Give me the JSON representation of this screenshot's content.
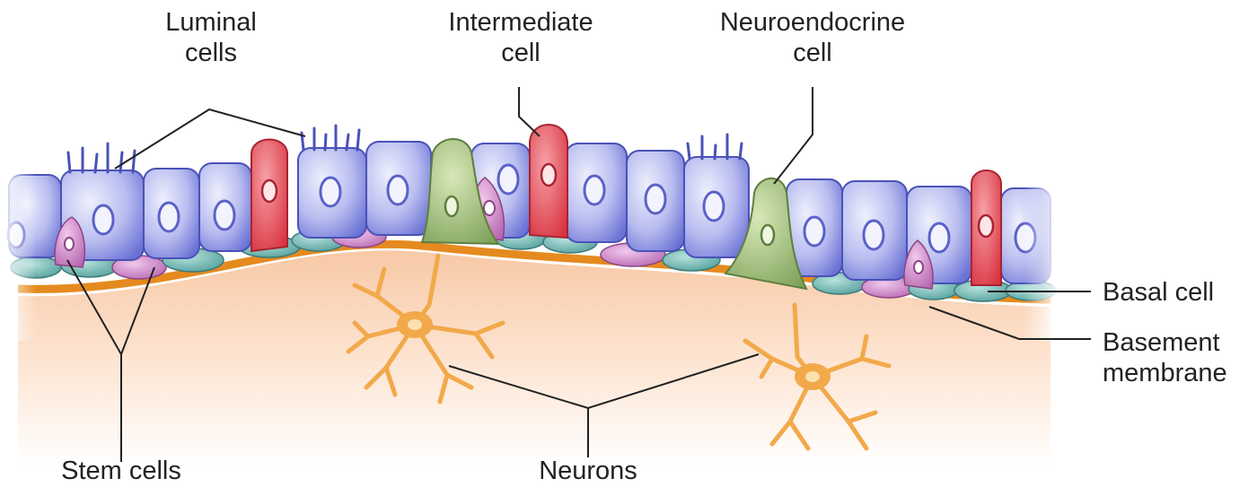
{
  "labels": {
    "luminal": [
      "Luminal",
      "cells"
    ],
    "intermediate": [
      "Intermediate",
      "cell"
    ],
    "neuroendocrine": [
      "Neuroendocrine",
      "cell"
    ],
    "basal": "Basal cell",
    "basement": [
      "Basement",
      "membrane"
    ],
    "stem": "Stem cells",
    "neurons": "Neurons"
  },
  "colors": {
    "luminal": "#7b82dd",
    "luminal_highlight": "#e4e6fb",
    "intermediate": "#e04a55",
    "neuroendocrine": "#8fb06a",
    "basal": "#5aa9a5",
    "stem": "#c77bc0",
    "membrane": "#f0a030",
    "stroma": "#fbd9bf",
    "neuron": "#f2a94a"
  }
}
